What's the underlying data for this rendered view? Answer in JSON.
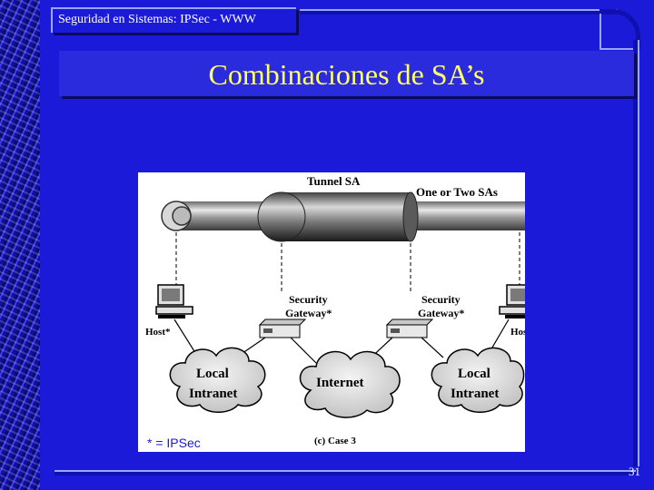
{
  "header": {
    "title": "Seguridad en Sistemas: IPSec - WWW"
  },
  "slide": {
    "title": "Combinaciones de SA’s",
    "page_number": "31"
  },
  "figure": {
    "tunnel_label": "Tunnel SA",
    "sa_label": "One or Two SAs",
    "gateway_left_line1": "Security",
    "gateway_left_line2": "Gateway*",
    "gateway_right_line1": "Security",
    "gateway_right_line2": "Gateway*",
    "host_left": "Host*",
    "host_right": "Host*",
    "cloud_left_line1": "Local",
    "cloud_left_line2": "Intranet",
    "cloud_center": "Internet",
    "cloud_right_line1": "Local",
    "cloud_right_line2": "Intranet",
    "caption": "(c) Case 3",
    "legend_note": "* = IPSec"
  },
  "colors": {
    "background": "#1a1ad8",
    "title_text": "#ffff66",
    "rule": "#9aa6ff"
  }
}
